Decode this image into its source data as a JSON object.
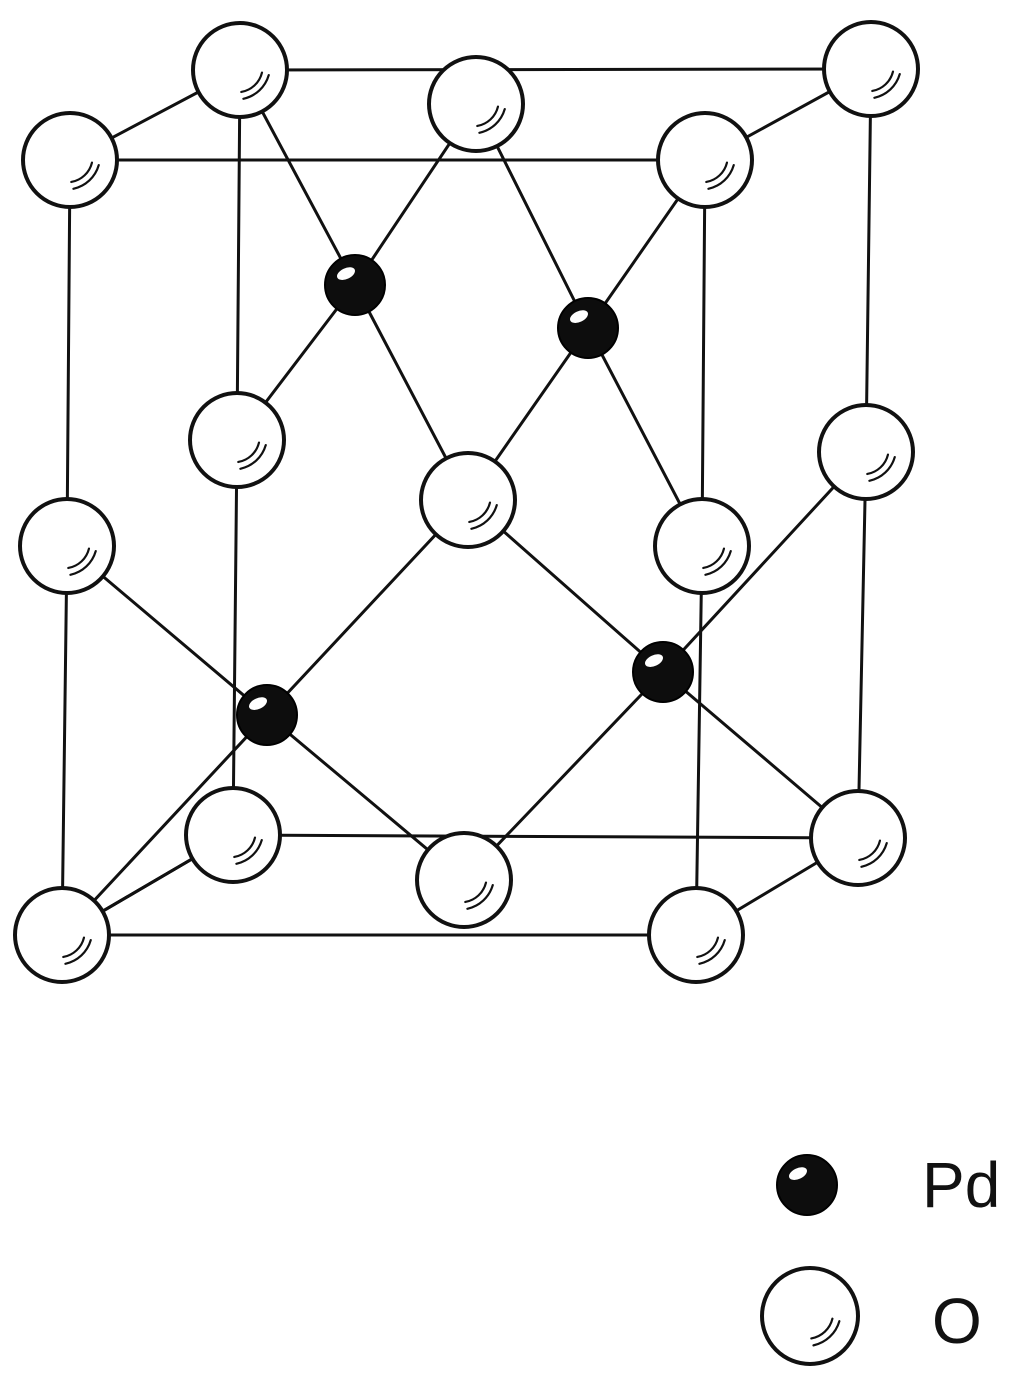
{
  "figure": {
    "description_elements": {
      "pd_icon": "filled-sphere",
      "o_icon": "hollow-sphere"
    },
    "atoms": [
      "Pd",
      "O"
    ]
  },
  "legend": {
    "items": [
      {
        "key": "pd",
        "label": "Pd",
        "icon": "pd-atom-icon"
      },
      {
        "key": "o",
        "label": "O",
        "icon": "o-atom-icon"
      }
    ]
  },
  "colors": {
    "line": "#111111",
    "pd_fill": "#0d0d0d",
    "o_fill": "#ffffff",
    "background": "#ffffff"
  }
}
